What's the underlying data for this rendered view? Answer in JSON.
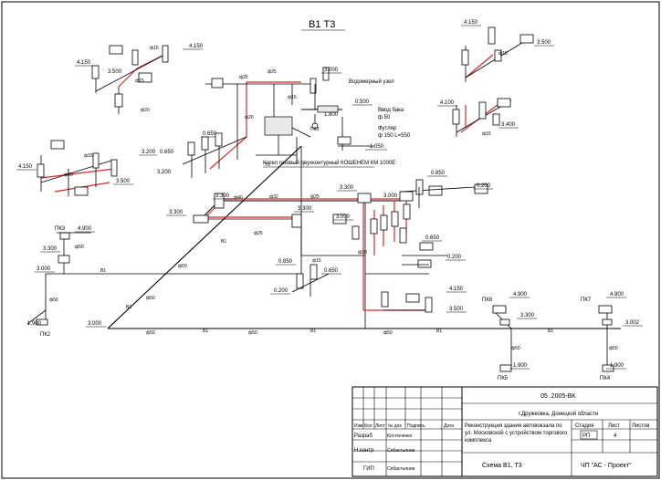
{
  "drawing": {
    "title": "В1  Т3",
    "labels": {
      "water_meter": "Водомерный узел",
      "boiler": "Котел газовый двухконтурный КОШЕНЕМ КМ 1000Е",
      "tap_hint_1": "Ввод бака",
      "tap_hint_2": "ф 50",
      "fitting_1": "Футляр",
      "fitting_2": "ф 150 L=550",
      "pk_l": "ПК3",
      "pk_m": "ПК2",
      "pk_r1": "ПК8",
      "pk_r2": "ПК7",
      "pk_b1": "ПК5",
      "pk_b2": "ПК4"
    },
    "elevations": {
      "e1": "4.150",
      "e2": "4.150",
      "e3": "3.500",
      "e4": "4.150",
      "e5": "3.500",
      "e6": "3.000",
      "e7": "0.500",
      "e8": "1.800",
      "e9": "-1.050",
      "e10": "0.650",
      "e11": "3.200",
      "e12": "0.650",
      "e13": "4.150",
      "e14": "3.300",
      "e15": "3.300",
      "e16": "3.300",
      "e17": "3.000",
      "e18": "3.300",
      "e19": "3.000",
      "e20": "0.650",
      "e21": "0.200",
      "e22": "0.650",
      "e23": "0.200",
      "e24": "0.850",
      "e25": "0.200",
      "e26": "0.650",
      "e27": "4.150",
      "e28": "3.500",
      "e29": "4.900",
      "e30": "3.300",
      "e31": "3.000",
      "e32": "1.900",
      "e33": "3.000",
      "e34": "4.900",
      "e35": "3.300",
      "e36": "1.900",
      "e37": "4.900",
      "e38": "3.002",
      "e39": "1.900",
      "e40": "4.150",
      "e41": "3.500",
      "e42": "4.100",
      "e43": "3.400",
      "e44": "3.300",
      "e45": "0.850"
    },
    "pipe_labels": {
      "d15": "ф15",
      "d20": "ф20",
      "d25": "ф25",
      "d32": "ф32",
      "d40": "ф40",
      "d50": "ф50",
      "b1": "В1",
      "t3": "Т3"
    }
  },
  "title_block": {
    "doc_code": "05 .2005-ВК",
    "location": "г.Дружковка, Донецкой области",
    "col_headers": [
      "Изм",
      "Кол",
      "Лист",
      "№ док",
      "Подпись",
      "Дата"
    ],
    "rows": [
      {
        "role": "Разраб",
        "name": "Костюченко"
      },
      {
        "role": "Н.контр",
        "name": "Себастьянов"
      },
      {
        "role": "ГИП",
        "name": "Себастьянов"
      }
    ],
    "project_desc": "Реконструкция здания автовокзала по ул. Московской с устройством торгового комплекса",
    "stage_label": "Стадия",
    "sheet_label": "Лист",
    "sheets_label": "Листов",
    "stage_value": "РП",
    "sheet_value": "4",
    "sheets_value": "",
    "sheet_title": "Схема В1,  Т3",
    "company": "ЧП  \"АС - Проект\""
  }
}
